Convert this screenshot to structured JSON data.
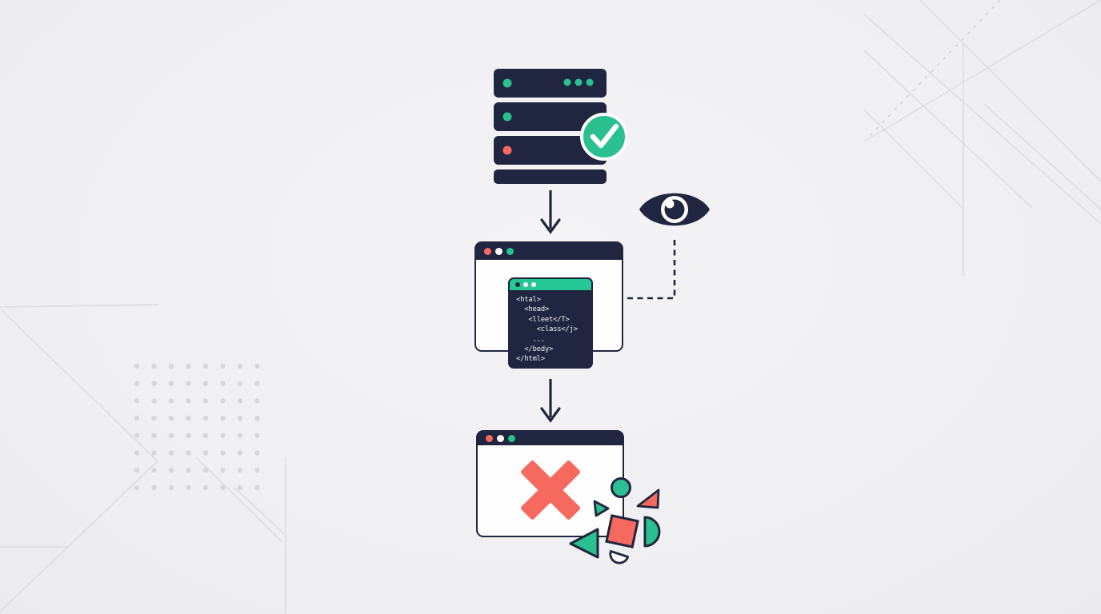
{
  "illustration": {
    "alt": "Server sends HTML to a browser; inspection eye watches the markup; page renders broken with an error X and scattered shapes"
  },
  "colors": {
    "background": "#f0f0f2",
    "navy": "#212640",
    "green": "#2ac08f",
    "coral": "#f5695e",
    "code_green": "#25c795",
    "decor_line": "#dcdce1",
    "decor_dot": "#d7d7db",
    "code_text": "#eef0f6"
  },
  "server": {
    "bar_count": 4,
    "bar_leds": [
      "green",
      "green",
      "coral",
      "none"
    ],
    "top_right_dots": 3,
    "status_icon": "check-icon"
  },
  "code_window": {
    "header_dots": [
      "navy",
      "white",
      "white"
    ],
    "lines": [
      "<htal>",
      "  <head>",
      "   <lleet</T>",
      "     <class</j>",
      "    ...",
      "  </bedy>",
      "</html>"
    ]
  },
  "windows": {
    "top": {
      "traffic_lights": [
        "coral",
        "white",
        "green"
      ]
    },
    "bottom": {
      "traffic_lights": [
        "coral",
        "white",
        "green"
      ],
      "error_icon": "x-icon"
    }
  },
  "connector": {
    "style": "dashed",
    "watcher_icon": "eye-icon"
  },
  "shapes": [
    "green-circle",
    "coral-triangle",
    "small-green-triangle",
    "coral-square",
    "green-semicircle",
    "large-green-triangle",
    "white-crescent"
  ]
}
